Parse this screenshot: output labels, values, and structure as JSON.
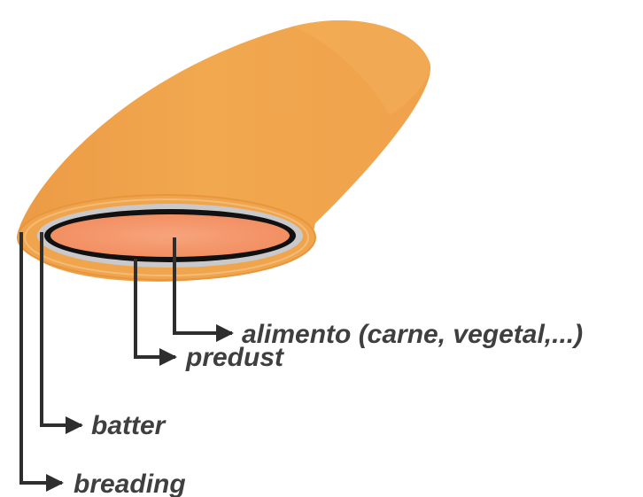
{
  "diagram": {
    "layers": [
      {
        "id": "food",
        "label": "alimento (carne, vegetal,...)"
      },
      {
        "id": "predust",
        "label": "predust"
      },
      {
        "id": "batter",
        "label": "batter"
      },
      {
        "id": "breading",
        "label": "breading"
      }
    ],
    "colors": {
      "breading": "#f0a64b",
      "breading_shadow": "#e8963c",
      "breading_rim": "#f2c185",
      "batter_ring": "#c9c9cc",
      "predust_ring": "#111111",
      "food_core": "#f49a6e",
      "leader_lines": "#2e2e2e",
      "label_text": "#3f3f3f"
    }
  }
}
